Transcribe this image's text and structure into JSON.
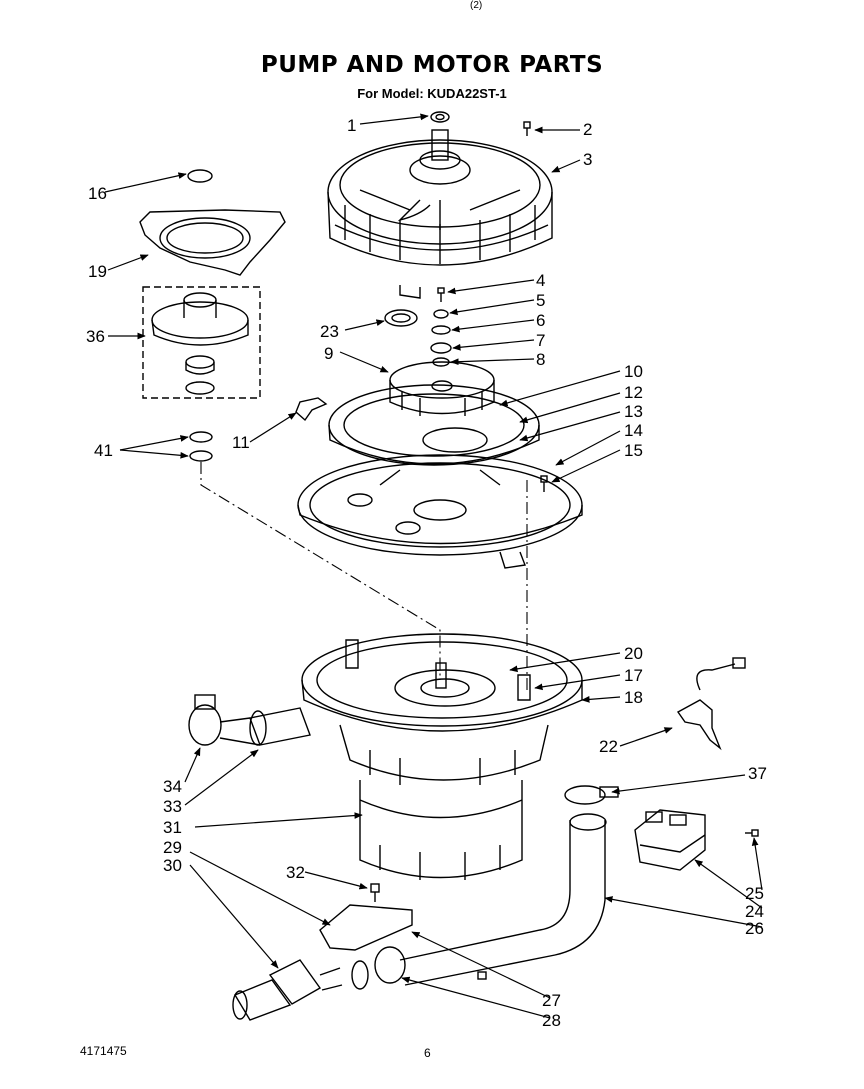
{
  "header": {
    "title": "PUMP AND MOTOR PARTS",
    "subtitle": "For Model: KUDA22ST-1",
    "corner_mark": "(2)"
  },
  "footer": {
    "document_number": "4171475",
    "page_number": "6"
  },
  "callouts": {
    "c1": "1",
    "c2": "2",
    "c3": "3",
    "c4": "4",
    "c5": "5",
    "c6": "6",
    "c7": "7",
    "c8": "8",
    "c9": "9",
    "c10": "10",
    "c11": "11",
    "c12": "12",
    "c13": "13",
    "c14": "14",
    "c15": "15",
    "c16": "16",
    "c17": "17",
    "c18": "18",
    "c19": "19",
    "c20": "20",
    "c22": "22",
    "c23": "23",
    "c24": "24",
    "c25": "25",
    "c26": "26",
    "c27": "27",
    "c28": "28",
    "c29": "29",
    "c30": "30",
    "c31": "31",
    "c32": "32",
    "c33": "33",
    "c34": "34",
    "c36": "36",
    "c37": "37",
    "c41": "41"
  }
}
